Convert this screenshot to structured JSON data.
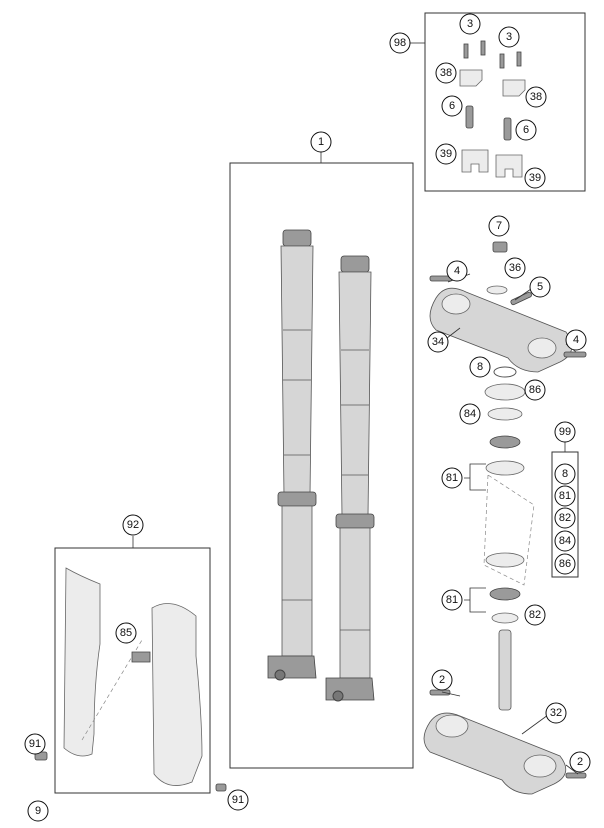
{
  "callouts": {
    "c1": "1",
    "c2a": "2",
    "c2b": "2",
    "c3a": "3",
    "c3b": "3",
    "c4a": "4",
    "c4b": "4",
    "c5": "5",
    "c6a": "6",
    "c6b": "6",
    "c7": "7",
    "c8": "8",
    "c9": "9",
    "c32": "32",
    "c34": "34",
    "c36": "36",
    "c38a": "38",
    "c38b": "38",
    "c39a": "39",
    "c39b": "39",
    "c81a": "81",
    "c81b": "81",
    "c82": "82",
    "c84": "84",
    "c85": "85",
    "c86": "86",
    "c91a": "91",
    "c91b": "91",
    "c92": "92",
    "c98": "98",
    "c99": "99"
  },
  "kit99": {
    "items": [
      "8",
      "81",
      "82",
      "84",
      "86"
    ]
  }
}
